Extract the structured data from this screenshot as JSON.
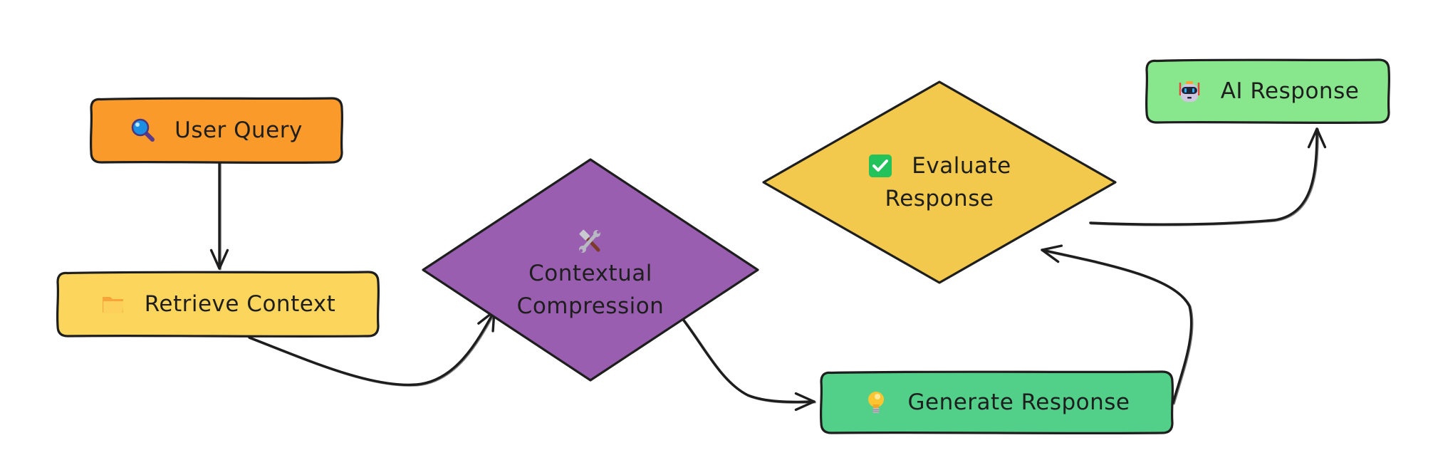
{
  "diagram": {
    "type": "flowchart",
    "style": "hand-drawn",
    "background": "#ffffff",
    "stroke_color": "#1e1e1e",
    "nodes": [
      {
        "id": "user-query",
        "shape": "rounded-rectangle",
        "label": "User Query",
        "lines": [
          "User Query"
        ],
        "icon": "magnifying-glass-icon",
        "fill": "#F99A2B"
      },
      {
        "id": "retrieve-context",
        "shape": "rounded-rectangle",
        "label": "Retrieve Context",
        "lines": [
          "Retrieve Context"
        ],
        "icon": "folder-icon",
        "fill": "#FCD65C"
      },
      {
        "id": "contextual-compression",
        "shape": "diamond",
        "label": "Contextual Compression",
        "lines": [
          "Contextual",
          "Compression"
        ],
        "icon": "hammer-and-wrench-icon",
        "fill": "#9A5EB0"
      },
      {
        "id": "generate-response",
        "shape": "rounded-rectangle",
        "label": "Generate Response",
        "lines": [
          "Generate Response"
        ],
        "icon": "light-bulb-icon",
        "fill": "#52D08A"
      },
      {
        "id": "evaluate-response",
        "shape": "diamond",
        "label": "Evaluate Response",
        "lines": [
          "Evaluate",
          "Response"
        ],
        "icon": "check-mark-icon",
        "fill": "#F2C94C"
      },
      {
        "id": "ai-response",
        "shape": "rounded-rectangle",
        "label": "AI Response",
        "lines": [
          "AI Response"
        ],
        "icon": "robot-icon",
        "fill": "#88E68C"
      }
    ],
    "edges": [
      {
        "from": "user-query",
        "to": "retrieve-context"
      },
      {
        "from": "retrieve-context",
        "to": "contextual-compression"
      },
      {
        "from": "contextual-compression",
        "to": "generate-response"
      },
      {
        "from": "generate-response",
        "to": "evaluate-response"
      },
      {
        "from": "evaluate-response",
        "to": "ai-response"
      }
    ]
  }
}
